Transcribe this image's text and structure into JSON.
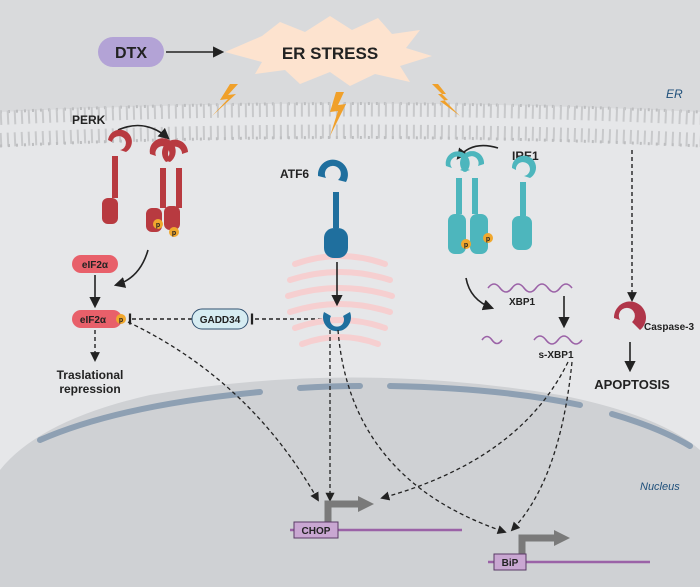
{
  "stress": {
    "drug": "DTX",
    "title": "ER STRESS"
  },
  "compartments": {
    "er": "ER",
    "nucleus": "Nucleus"
  },
  "sensors": {
    "perk": "PERK",
    "atf6": "ATF6",
    "ire1": "IRE1"
  },
  "perk_branch": {
    "eif2a": "eIF2α",
    "eif2a_p": "eIF2α",
    "phospho": "p",
    "gadd34": "GADD34",
    "outcome_line1": "Traslational",
    "outcome_line2": "repression"
  },
  "ire1_branch": {
    "xbp1": "XBP1",
    "sxbp1": "s-XBP1"
  },
  "apoptosis": {
    "caspase": "Caspase-3",
    "outcome": "APOPTOSIS"
  },
  "genes": {
    "chop": "CHOP",
    "bip": "BiP"
  },
  "colors": {
    "background": "#e6e7e9",
    "perk": "#b83a40",
    "atf6": "#1f6f9e",
    "ire1": "#4db6bd",
    "caspase": "#b0364a",
    "phospho": "#f0a82e",
    "dtx": "#b3a3d6",
    "stress": "#fde3cf",
    "stress_text": "#e26a6a",
    "nucleus": "#cfd1d4",
    "nucleus_rim": "#8ea0b3",
    "dna": "#9b62a7",
    "golgi": "#f6cfd0",
    "gadd34": "#d6ecf2"
  }
}
